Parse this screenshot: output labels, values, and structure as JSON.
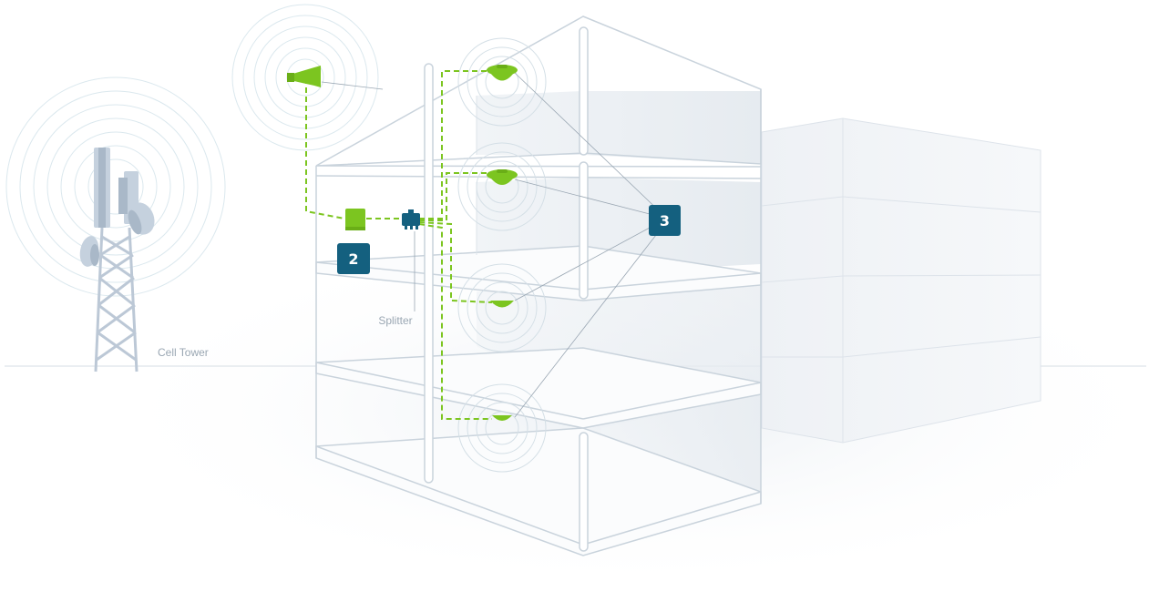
{
  "labels": {
    "cell_tower": "Cell Tower",
    "splitter": "Splitter"
  },
  "badges": {
    "booster": "2",
    "indoor_antennas": "3"
  },
  "colors": {
    "accent_green": "#7cc520",
    "badge_blue": "#14607f",
    "structure_line": "#c9d3dc",
    "signal_ring": "#d4e3ea",
    "label_gray": "#9aa7b3"
  },
  "icons": {
    "tower": "cell-tower-icon",
    "outdoor_antenna": "outdoor-antenna-icon",
    "booster": "signal-booster-icon",
    "splitter": "splitter-icon",
    "indoor_antenna": "dome-antenna-icon"
  }
}
